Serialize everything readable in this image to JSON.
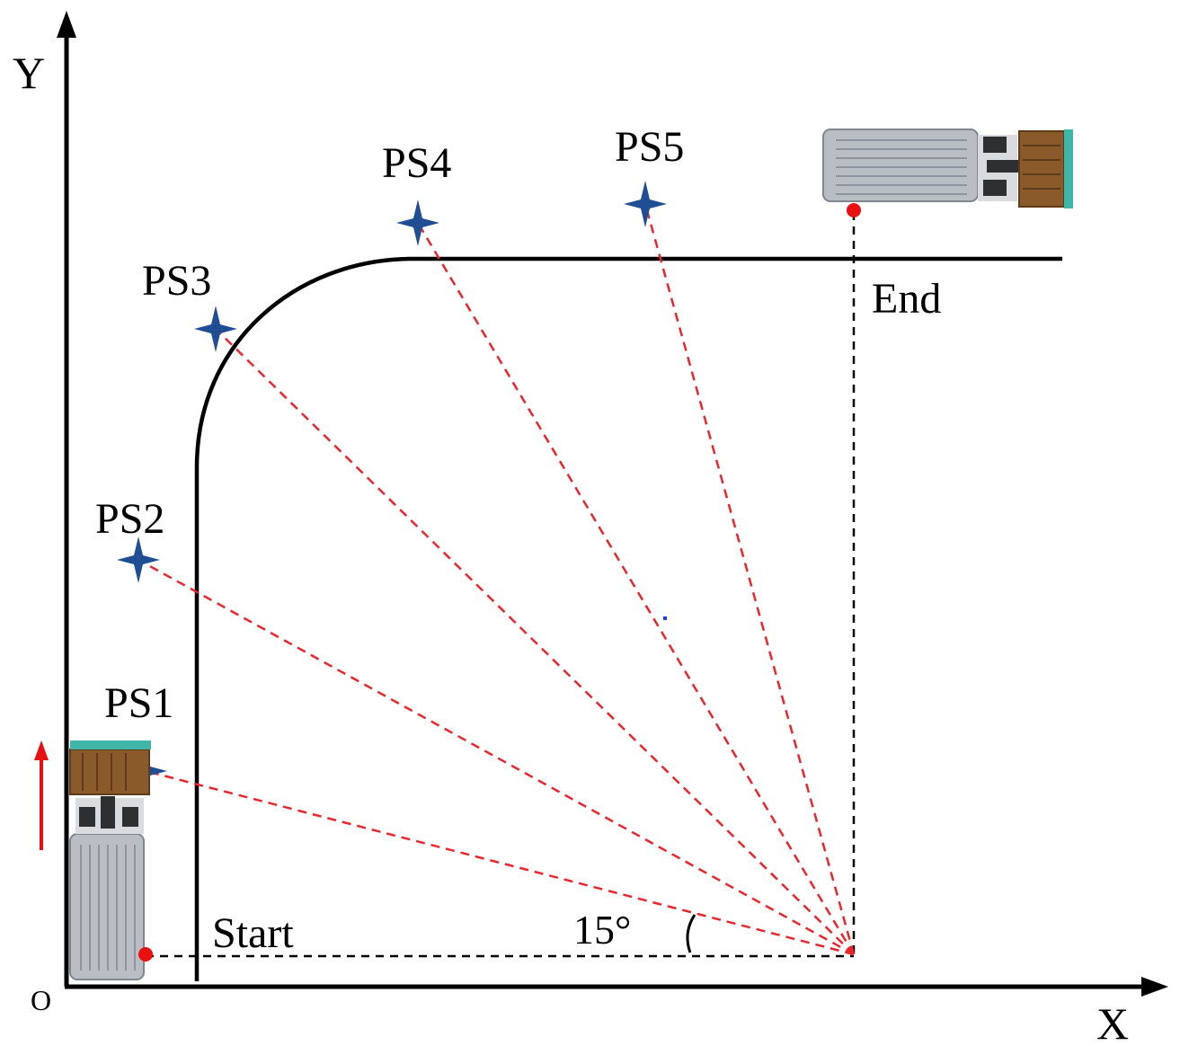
{
  "axes": {
    "x_label": "X",
    "y_label": "Y",
    "origin_label": "O"
  },
  "points": [
    {
      "id": "ps1",
      "label": "PS1"
    },
    {
      "id": "ps2",
      "label": "PS2"
    },
    {
      "id": "ps3",
      "label": "PS3"
    },
    {
      "id": "ps4",
      "label": "PS4"
    },
    {
      "id": "ps5",
      "label": "PS5"
    }
  ],
  "path": {
    "start_label": "Start",
    "end_label": "End"
  },
  "angle_label": "15°",
  "colors": {
    "axis": "#000000",
    "path": "#000000",
    "ray": "#e8262b",
    "star": "#1f4e94",
    "marker": "#e81010",
    "arrow": "#e81010",
    "truck_body": "#b9bec4",
    "truck_cargo": "#8b5a2b",
    "truck_accent": "#3fb6a8"
  }
}
